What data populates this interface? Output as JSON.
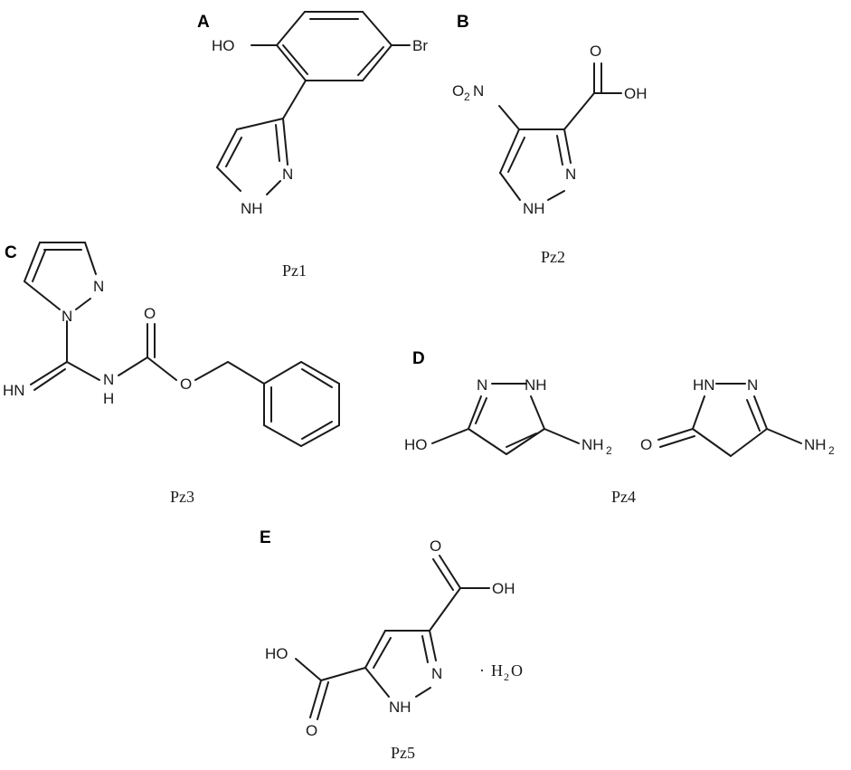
{
  "figure": {
    "background_color": "#ffffff",
    "ink_color": "#1a1a1a",
    "panels": [
      {
        "letter": "A",
        "caption": "Pz1",
        "atoms": {
          "hydroxyl": "HO",
          "bromine": "Br",
          "nitrogen": "N",
          "nh": "NH"
        }
      },
      {
        "letter": "B",
        "caption": "Pz2",
        "atoms": {
          "nitro_o": "O",
          "nitro_sub": "2",
          "nitro_n": "N",
          "carbonyl_o": "O",
          "acid_oh": "OH",
          "nitrogen": "N",
          "nh": "NH"
        }
      },
      {
        "letter": "C",
        "caption": "Pz3",
        "atoms": {
          "ring_n": "N",
          "ring_n1": "N",
          "imine": "HN",
          "amide_n": "N",
          "amide_h": "H",
          "carbonyl_o": "O",
          "ester_o": "O"
        }
      },
      {
        "letter": "D",
        "caption": "Pz4",
        "atoms": {
          "left_n": "N",
          "left_nh": "NH",
          "left_ho": "HO",
          "left_nh2": "NH",
          "left_nh2_sub": "2",
          "right_hn": "HN",
          "right_n": "N",
          "right_o": "O",
          "right_nh2": "NH",
          "right_nh2_sub": "2"
        }
      },
      {
        "letter": "E",
        "caption": "Pz5",
        "atoms": {
          "top_o": "O",
          "top_oh": "OH",
          "left_ho": "HO",
          "bottom_o": "O",
          "nitrogen": "N",
          "nh": "NH",
          "hydrate_dot": "·",
          "hydrate_h": "H",
          "hydrate_sub": "2",
          "hydrate_o": "O"
        }
      }
    ]
  }
}
